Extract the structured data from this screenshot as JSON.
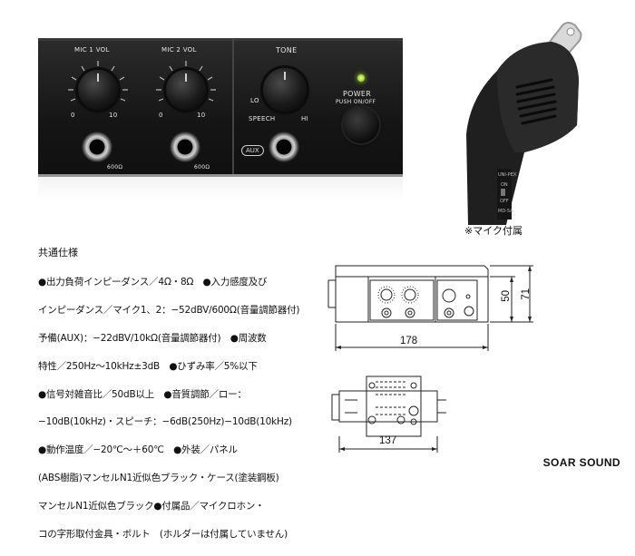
{
  "panel": {
    "mic1_label": "MIC 1 VOL",
    "mic2_label": "MIC 2 VOL",
    "tone_label": "TONE",
    "scale_min": "0",
    "scale_max": "10",
    "tone_lo": "LO",
    "tone_hi": "HI",
    "tone_speech": "SPEECH",
    "power_label": "POWER",
    "power_sub": "PUSH ON/OFF",
    "impedance": "600Ω",
    "aux_label": "AUX",
    "led_color": "#9bd028"
  },
  "mic": {
    "caption": "※マイク付属",
    "body_text": [
      "UNI-PEX",
      "ON",
      "OFF",
      "MD-5A"
    ]
  },
  "specs": {
    "title": "共通仕様",
    "lines": [
      "●出力負荷インピーダンス／4Ω・8Ω　●入力感度及び",
      "インピーダンス／マイク1、2：−52dBV/600Ω(音量調節器付)",
      "予備(AUX)：−22dBV/10kΩ(音量調節器付)　●周波数",
      "特性／250Hz〜10kHz±3dB　●ひずみ率／5%以下",
      "●信号対雑音比／50dB以上　●音質調節／ロー：",
      "−10dB(10kHz)・スピーチ：−6dB(250Hz)−10dB(10kHz)",
      "●動作温度／−20℃〜＋60℃　●外装／パネル",
      "(ABS樹脂)マンセルN1近似色ブラック・ケース(塗装鋼板)",
      "マンセルN1近似色ブラック●付属品／マイクロホン・",
      "コの字形取付金具・ボルト　(ホルダーは付属していません)"
    ]
  },
  "dimensions": {
    "width": "178",
    "panel_height": "50",
    "total_height": "71",
    "depth": "137"
  },
  "brand": "SOAR SOUND"
}
